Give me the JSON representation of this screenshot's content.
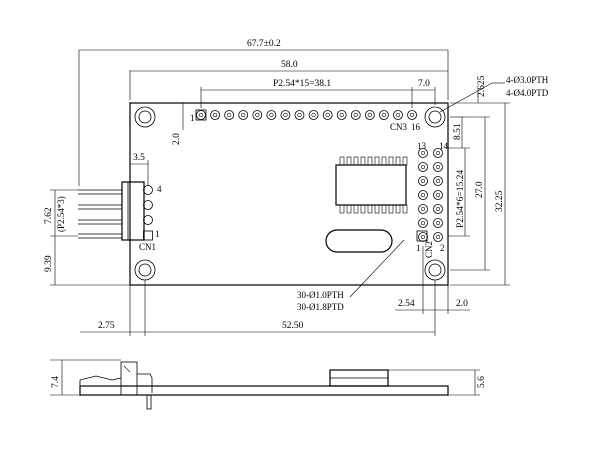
{
  "dimensions": {
    "overall_width": "67.7±0.2",
    "board_width": "58.0",
    "pin_row": "P2.54*15=38.1",
    "hole_offset_right": "7.0",
    "top_offset": "2.625",
    "pin_row_offset": "2.0",
    "connector_offset": "3.5",
    "hole_offset_top": "8.51",
    "column_pitch": "P2.54*6=15.24",
    "height_27": "27.0",
    "height_32": "32.25",
    "cn1_pitch": "(P2.54*3)",
    "cn1_span": "7.62",
    "bottom_offset": "9.39",
    "pin_spacing": "2.54",
    "right_edge": "2.0",
    "left_offset": "2.75",
    "hole_span": "52.50",
    "side_height": "7.4",
    "side_right": "5.6"
  },
  "notes": {
    "mount_pth": "4-Ø3.0PTH",
    "mount_ptd": "4-Ø4.0PTD",
    "pin_pth": "30-Ø1.0PTH",
    "pin_ptd": "30-Ø1.8PTD"
  },
  "labels": {
    "cn3": "CN3",
    "cn1": "CN1",
    "cn2": "CN2",
    "pin_1": "1",
    "pin_16": "16",
    "pin_13": "13",
    "pin_14": "14",
    "pin_4": "4",
    "cn2_1": "1",
    "cn2_2": "2"
  }
}
